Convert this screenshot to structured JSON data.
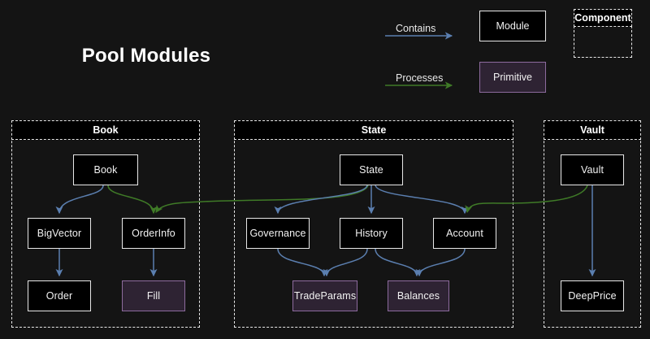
{
  "title": "Pool Modules",
  "theme": {
    "background": "#141414",
    "node_fill": "#000000",
    "node_border": "#e8e8e8",
    "primitive_fill": "#2e2333",
    "primitive_border": "#8d6b9e",
    "contains_edge_color": "#5b7fb0",
    "processes_edge_color": "#3f7a27",
    "cluster_border": "#e8e8e8"
  },
  "legend": {
    "contains_label": "Contains",
    "processes_label": "Processes",
    "module_label": "Module",
    "primitive_label": "Primitive",
    "component_label": "Component"
  },
  "clusters": [
    {
      "id": "book",
      "label": "Book"
    },
    {
      "id": "state",
      "label": "State"
    },
    {
      "id": "vault",
      "label": "Vault"
    }
  ],
  "nodes": [
    {
      "id": "book",
      "label": "Book",
      "kind": "module",
      "cluster": "book"
    },
    {
      "id": "bigvector",
      "label": "BigVector",
      "kind": "module",
      "cluster": "book"
    },
    {
      "id": "orderinfo",
      "label": "OrderInfo",
      "kind": "module",
      "cluster": "book"
    },
    {
      "id": "order",
      "label": "Order",
      "kind": "module",
      "cluster": "book"
    },
    {
      "id": "fill",
      "label": "Fill",
      "kind": "primitive",
      "cluster": "book"
    },
    {
      "id": "state",
      "label": "State",
      "kind": "module",
      "cluster": "state"
    },
    {
      "id": "governance",
      "label": "Governance",
      "kind": "module",
      "cluster": "state"
    },
    {
      "id": "history",
      "label": "History",
      "kind": "module",
      "cluster": "state"
    },
    {
      "id": "account",
      "label": "Account",
      "kind": "module",
      "cluster": "state"
    },
    {
      "id": "tradeparams",
      "label": "TradeParams",
      "kind": "primitive",
      "cluster": "state"
    },
    {
      "id": "balances",
      "label": "Balances",
      "kind": "primitive",
      "cluster": "state"
    },
    {
      "id": "vault",
      "label": "Vault",
      "kind": "module",
      "cluster": "vault"
    },
    {
      "id": "deepprice",
      "label": "DeepPrice",
      "kind": "module",
      "cluster": "vault"
    }
  ],
  "edges": [
    {
      "from": "book",
      "to": "bigvector",
      "type": "contains"
    },
    {
      "from": "bigvector",
      "to": "order",
      "type": "contains"
    },
    {
      "from": "orderinfo",
      "to": "fill",
      "type": "contains"
    },
    {
      "from": "book",
      "to": "orderinfo",
      "type": "processes"
    },
    {
      "from": "state",
      "to": "orderinfo",
      "type": "processes"
    },
    {
      "from": "state",
      "to": "governance",
      "type": "contains"
    },
    {
      "from": "state",
      "to": "history",
      "type": "contains"
    },
    {
      "from": "state",
      "to": "account",
      "type": "contains"
    },
    {
      "from": "governance",
      "to": "tradeparams",
      "type": "contains"
    },
    {
      "from": "history",
      "to": "tradeparams",
      "type": "contains"
    },
    {
      "from": "history",
      "to": "balances",
      "type": "contains"
    },
    {
      "from": "account",
      "to": "balances",
      "type": "contains"
    },
    {
      "from": "vault",
      "to": "deepprice",
      "type": "contains"
    },
    {
      "from": "vault",
      "to": "account",
      "type": "processes"
    }
  ]
}
